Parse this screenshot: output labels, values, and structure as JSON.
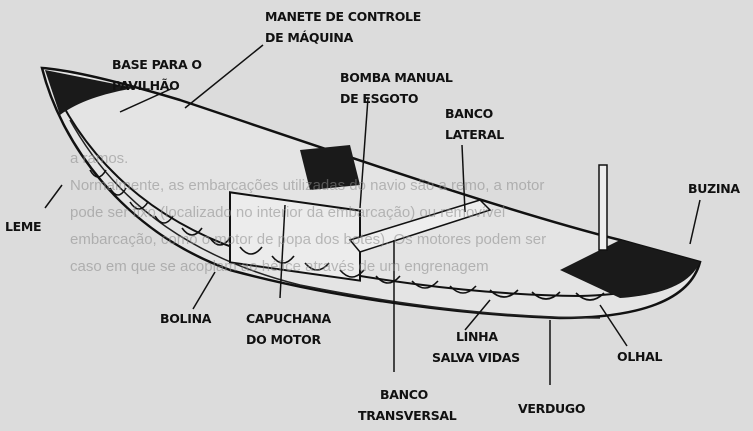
{
  "background_text": [
    "a ramos.",
    "Normalmente, as embarcações utilizadas do navio são a remo, a motor",
    "pode ser fixo (localizado no interior da embarcação) ou removível",
    "embarcação, como o motor de popa dos botes). Os motores podem ser",
    "caso em que se acoplam ao hélice através de um engrenagem"
  ],
  "labels": {
    "manete": [
      "MANETE DE CONTROLE",
      "DE MÁQUINA"
    ],
    "base": [
      "BASE PARA O",
      "PAVILHÃO"
    ],
    "bomba": [
      "BOMBA MANUAL",
      "DE ESGOTO"
    ],
    "banco_lateral": [
      "BANCO",
      "LATERAL"
    ],
    "buzina": "BUZINA",
    "leme": "LEME",
    "bolina": "BOLINA",
    "capuchana": [
      "CAPUCHANA",
      "DO MOTOR"
    ],
    "linha": [
      "LINHA",
      "SALVA VIDAS"
    ],
    "banco_transversal": [
      "BANCO",
      "TRANSVERSAL"
    ],
    "olhal": "OLHAL",
    "verdugo": "VERDUGO"
  }
}
